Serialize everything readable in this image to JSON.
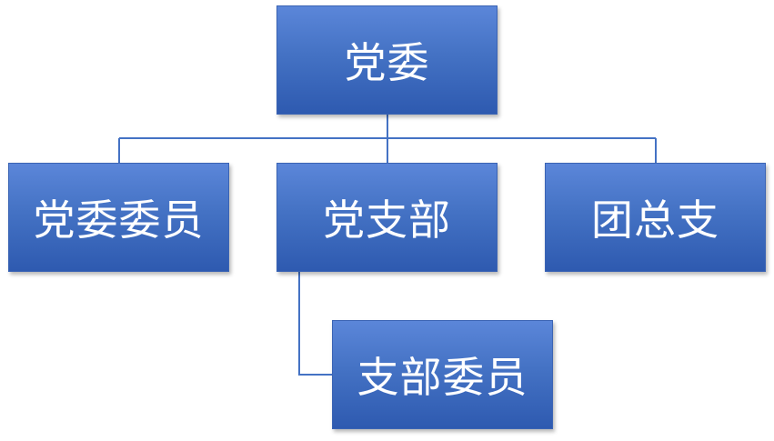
{
  "org_chart": {
    "root": {
      "label": "党委"
    },
    "children": [
      {
        "label": "党委委员"
      },
      {
        "label": "党支部",
        "children": [
          {
            "label": "支部委员"
          }
        ]
      },
      {
        "label": "团总支"
      }
    ]
  },
  "colors": {
    "box_fill": "#4472c4",
    "box_text": "#ffffff",
    "connector": "#4472c4"
  }
}
